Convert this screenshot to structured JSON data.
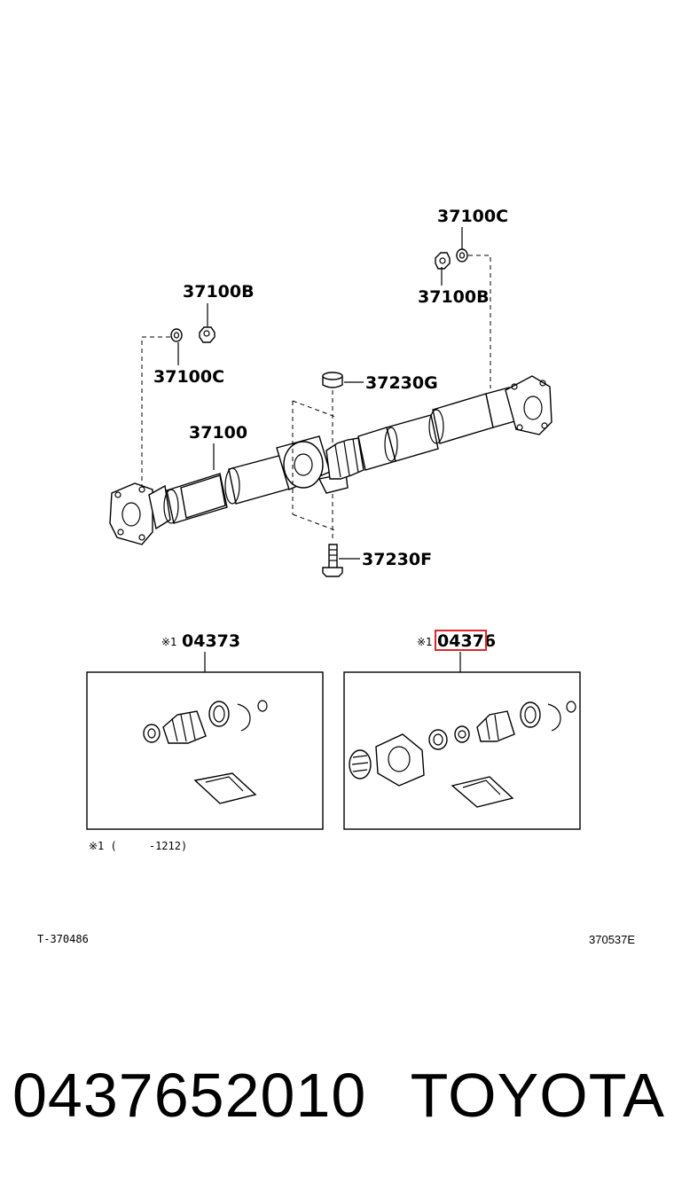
{
  "labels": {
    "flange_yoke_nut_right": "37100C",
    "flange_yoke_nut_left": "37100B",
    "washer_right": "37100B",
    "washer_left": "37100C",
    "propeller_shaft": "37100",
    "center_support_spacer": "37230G",
    "center_support_bolt": "37230F"
  },
  "kits": {
    "left": {
      "mark": "※1",
      "number": "04373"
    },
    "right": {
      "mark": "※1",
      "number": "04376"
    }
  },
  "footnote": "※1 (     -1212)",
  "ref_left": "T-370486",
  "ref_right": "370537E",
  "highlight_color": "#e0262a",
  "caption": {
    "part_number": "0437652010",
    "brand": "TOYOTA"
  }
}
